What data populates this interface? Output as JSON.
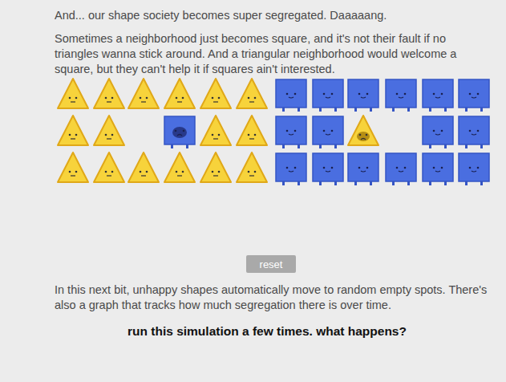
{
  "diagram": {
    "nodes": [
      {
        "text": [
          "reset"
        ]
      }
    ],
    "labels": [
      "And... our shape society becomes super segregated. Daaaaang.",
      "Sometimes a neighborhood just becomes square, and it's not their fault if no triangles wanna stick around. And a triangular neighborhood would welcome a square, but they can't help it if squares ain't interested.",
      "In this next bit, unhappy shapes automatically move to random empty spots. There's also a graph that tracks how much segregation there is over time.",
      "run this simulation a few times. what happens?"
    ]
  }
}
